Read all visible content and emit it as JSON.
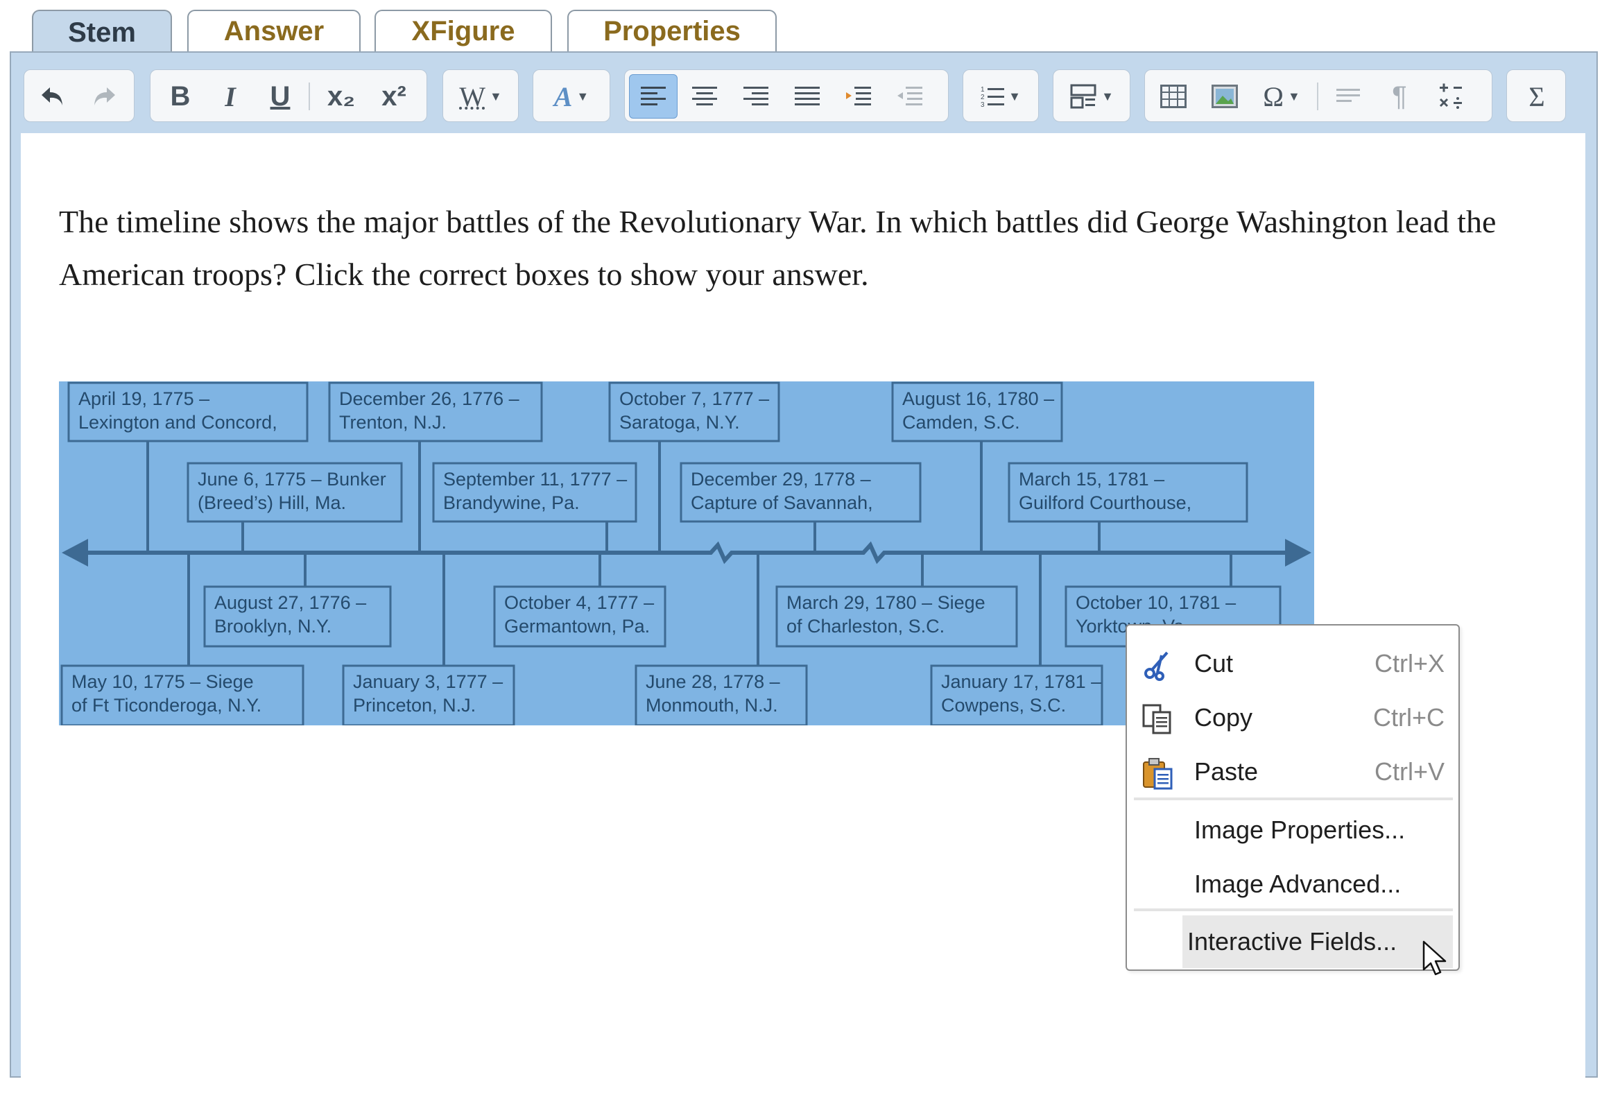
{
  "tabs": [
    {
      "label": "Stem",
      "active": true
    },
    {
      "label": "Answer",
      "active": false
    },
    {
      "label": "XFigure",
      "active": false
    },
    {
      "label": "Properties",
      "active": false
    }
  ],
  "toolbar": {
    "undo_icon": "undo-icon",
    "redo_icon": "redo-icon",
    "bold": "B",
    "italic": "I",
    "underline": "U",
    "subscript": "x₂",
    "superscript": "x²",
    "wordart": "W",
    "sum": "Σ",
    "omega": "Ω",
    "pilcrow": "¶",
    "accent_color": "#9fc7ee"
  },
  "stem": {
    "text": "The timeline shows the major battles of the Revolutionary War. In which battles did George Washington lead the American troops? Click the correct boxes to show your answer."
  },
  "timeline": {
    "background": "#7fb4e3",
    "line_color": "#3d6a93",
    "upper_outer": [
      "April 19, 1775 –\nLexington and Concord,",
      "December 26, 1776 –\nTrenton, N.J.",
      "October 7, 1777 –\nSaratoga, N.Y.",
      "August 16, 1780 –\nCamden, S.C."
    ],
    "upper_inner": [
      "June 6, 1775 – Bunker\n(Breed’s) Hill, Ma.",
      "September 11, 1777 –\nBrandywine, Pa.",
      "December 29, 1778 –\nCapture of Savannah,",
      "March 15, 1781 –\nGuilford Courthouse,"
    ],
    "lower_inner": [
      "August 27, 1776 –\nBrooklyn, N.Y.",
      "October 4, 1777 –\nGermantown, Pa.",
      "March 29, 1780 – Siege\nof Charleston, S.C.",
      "October 10, 1781 –\nYorktown, Va."
    ],
    "lower_outer": [
      "May 10, 1775 – Siege\nof Ft Ticonderoga, N.Y.",
      "January 3, 1777 –\nPrinceton, N.J.",
      "June 28, 1778 –\nMonmouth, N.J.",
      "January 17, 1781 –\nCowpens, S.C."
    ]
  },
  "context_menu": {
    "items": [
      {
        "label": "Cut",
        "shortcut": "Ctrl+X",
        "icon": "scissors-icon"
      },
      {
        "label": "Copy",
        "shortcut": "Ctrl+C",
        "icon": "copy-icon"
      },
      {
        "label": "Paste",
        "shortcut": "Ctrl+V",
        "icon": "paste-icon"
      },
      {
        "label": "Image Properties..."
      },
      {
        "label": "Image Advanced..."
      },
      {
        "label": "Interactive Fields...",
        "hovered": true
      }
    ]
  }
}
